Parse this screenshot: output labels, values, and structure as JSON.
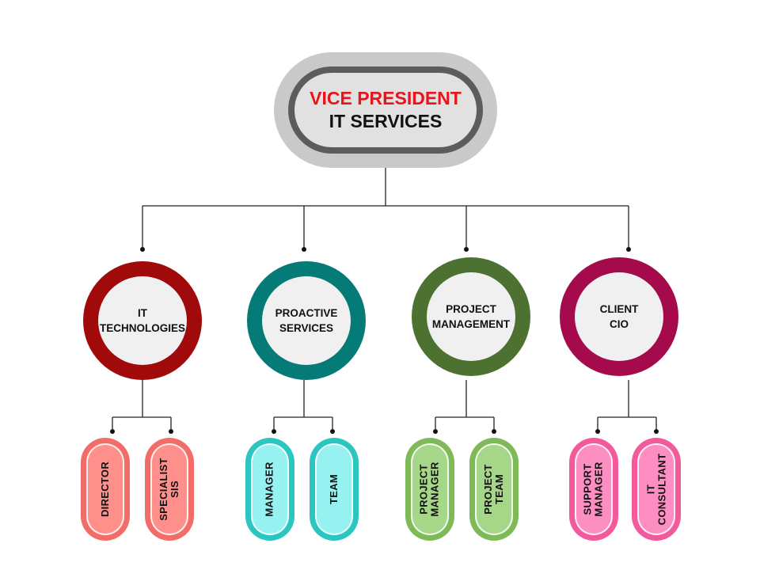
{
  "root": {
    "title": "VICE PRESIDENT",
    "subtitle": "IT SERVICES"
  },
  "departments": [
    {
      "lines": [
        "IT",
        "TECHNOLOGIES"
      ],
      "ring_color": "#a00a0a",
      "pill_color": "#fe8f8b",
      "pill_border": "#f26c68",
      "roles": [
        {
          "lines": [
            "DIRECTOR"
          ]
        },
        {
          "lines": [
            "SPECIALIST",
            "SIS"
          ]
        }
      ]
    },
    {
      "lines": [
        "PROACTIVE",
        "SERVICES"
      ],
      "ring_color": "#057b78",
      "pill_color": "#96f2f0",
      "pill_border": "#2bc6c2",
      "roles": [
        {
          "lines": [
            "MANAGER"
          ]
        },
        {
          "lines": [
            "TEAM"
          ]
        }
      ]
    },
    {
      "lines": [
        "PROJECT",
        "MANAGEMENT"
      ],
      "ring_color": "#4d7131",
      "pill_color": "#a6d687",
      "pill_border": "#7eba57",
      "roles": [
        {
          "lines": [
            "PROJECT",
            "MANAGER"
          ]
        },
        {
          "lines": [
            "PROJECT",
            "TEAM"
          ]
        }
      ]
    },
    {
      "lines": [
        "CLIENT",
        "CIO"
      ],
      "ring_color": "#a50a4c",
      "pill_color": "#fd8ec2",
      "pill_border": "#f25a9c",
      "roles": [
        {
          "lines": [
            "SUPPORT",
            "MANAGER"
          ]
        },
        {
          "lines": [
            "IT",
            "CONSULTANT"
          ]
        }
      ]
    }
  ]
}
